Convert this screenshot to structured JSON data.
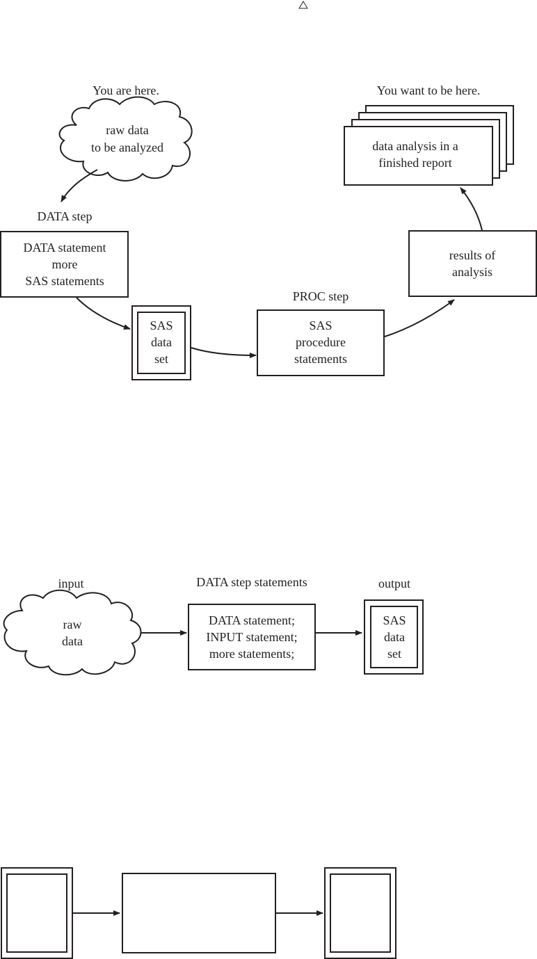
{
  "marker": {
    "icon": "triangle-outline-icon"
  },
  "diagram1": {
    "start_label": "You are here.",
    "cloud_lines": [
      "raw data",
      "to be analyzed"
    ],
    "data_step_label": "DATA step",
    "data_step_box_lines": [
      "DATA statement",
      "more",
      "SAS statements"
    ],
    "dataset_lines": [
      "SAS",
      "data",
      "set"
    ],
    "proc_step_label": "PROC step",
    "proc_box_lines": [
      "SAS",
      "procedure",
      "statements"
    ],
    "results_lines": [
      "results of",
      "analysis"
    ],
    "goal_label": "You want to be here.",
    "report_lines": [
      "data analysis in a",
      "finished report"
    ]
  },
  "diagram2": {
    "input_label": "input",
    "cloud_lines": [
      "raw",
      "data"
    ],
    "statements_label": "DATA step statements",
    "statements_box_lines": [
      "DATA statement;",
      "INPUT statement;",
      "more statements;"
    ],
    "output_label": "output",
    "dataset_lines": [
      "SAS",
      "data",
      "set"
    ]
  },
  "diagram3": {
    "left_box": "",
    "middle_box": "",
    "right_box": ""
  }
}
